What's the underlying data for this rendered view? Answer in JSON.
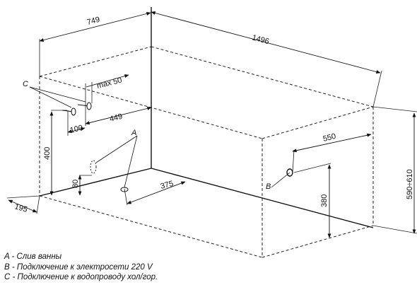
{
  "dimensions": {
    "width": "749",
    "length": "1496",
    "max": "max 50",
    "pipe_offset": "100",
    "pipe_distance": "449",
    "outlet_height": "400",
    "drain_height": "80",
    "drain_position": "375",
    "side_offset": "195",
    "elec_offset": "550",
    "elec_height": "380",
    "height": "590÷610"
  },
  "labels": {
    "a": "A",
    "b": "B",
    "c": "C"
  },
  "legend": [
    "A - Слив ванны",
    "B - Подключение к электросети 220 V",
    "C - Подключение к водопроводу хол/гор."
  ]
}
